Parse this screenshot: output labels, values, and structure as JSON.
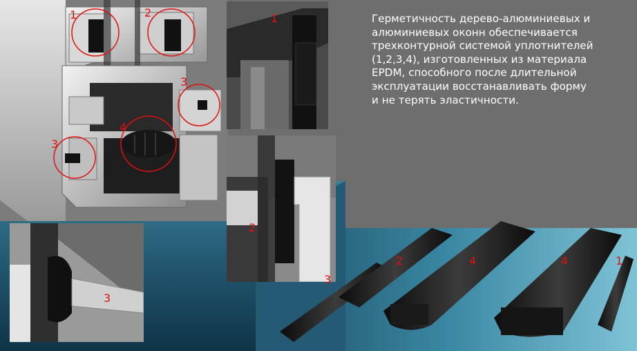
{
  "description": "Герметичность дерево-алюминиевых и\nалюминиевых оконн обеспечивается\nтрехконтурной системой уплотнителей\n(1,2,3,4), изготовленных из материала\nEPDM, способного после длительной\nэксплуатации восстанавливать форму\nи не терять эластичности.",
  "profile_labels": {
    "seal_1": "1",
    "seal_2": "2",
    "seal_3_right": "3",
    "seal_4": "4",
    "seal_3_left": "3"
  },
  "detail_labels": {
    "detail_1": "1",
    "detail_2": "2",
    "detail_3": "3"
  },
  "strip_labels": {
    "strip_3": "3",
    "strip_2": "2",
    "strip_4_a": "4",
    "strip_4_b": "4",
    "strip_1": "1"
  },
  "colors": {
    "background": "#6e6e6e",
    "floor": "#2f6f8a",
    "label_red": "#e01010",
    "text": "#ffffff"
  },
  "icons": [
    "window-profile-cross-section-image",
    "seal-detail-image",
    "rubber-seal-strips-image"
  ]
}
